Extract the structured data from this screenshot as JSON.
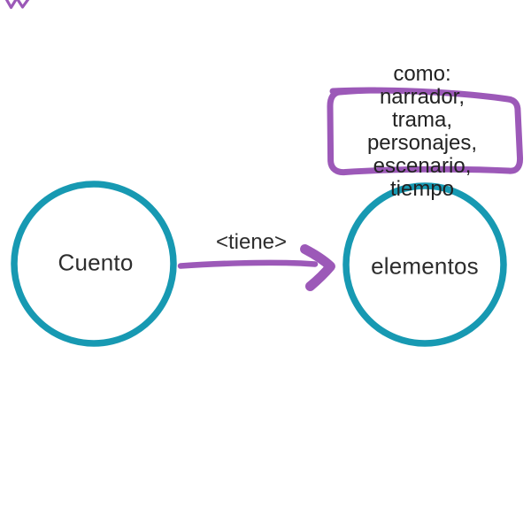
{
  "diagram": {
    "background_color": "#ffffff",
    "text_color": "#2d2d2d",
    "node_stroke_color": "#1799b2",
    "accent_purple": "#9c59b8",
    "nodes": [
      {
        "id": "cuento",
        "shape": "circle",
        "label": "Cuento"
      },
      {
        "id": "elementos",
        "shape": "circle",
        "label": "elementos"
      }
    ],
    "edge": {
      "from": "cuento",
      "to": "elementos",
      "label": "<tiene>",
      "style": "hand-drawn-arrow"
    },
    "annotation": {
      "attached_to": "elementos",
      "text": "como: narrador,\ntrama, personajes,\nescenario, tiempo",
      "frame_style": "hand-drawn-rectangle"
    }
  }
}
